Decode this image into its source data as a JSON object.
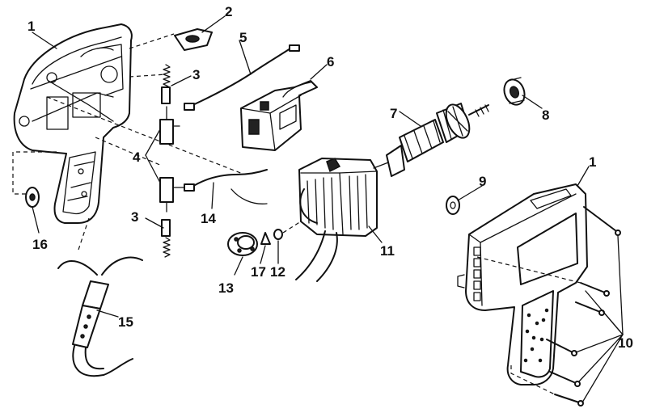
{
  "callouts": [
    {
      "id": "1",
      "part": "housing-left"
    },
    {
      "id": "2",
      "part": "nameplate"
    },
    {
      "id": "3",
      "part": "brush-spring-upper"
    },
    {
      "id": "5",
      "part": "lead-wire"
    },
    {
      "id": "6",
      "part": "switch"
    },
    {
      "id": "4",
      "part": "brush-holder"
    },
    {
      "id": "7",
      "part": "armature"
    },
    {
      "id": "8",
      "part": "bearing"
    },
    {
      "id": "9",
      "part": "washer"
    },
    {
      "id": "1",
      "part": "housing-right"
    },
    {
      "id": "3",
      "part": "brush-spring-lower"
    },
    {
      "id": "14",
      "part": "lead-wire-lower"
    },
    {
      "id": "16",
      "part": "cord-clamp"
    },
    {
      "id": "11",
      "part": "field"
    },
    {
      "id": "15",
      "part": "cord-set"
    },
    {
      "id": "13",
      "part": "bearing-retainer"
    },
    {
      "id": "17",
      "part": "baffle"
    },
    {
      "id": "12",
      "part": "o-ring"
    },
    {
      "id": "10",
      "part": "screws"
    }
  ]
}
